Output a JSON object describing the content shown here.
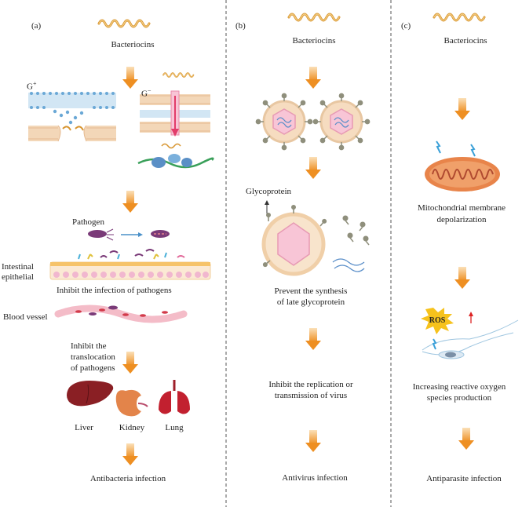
{
  "panels": {
    "a": {
      "tag": "(a)",
      "bacteriocins": "Bacteriocins",
      "g_plus": "G",
      "g_plus_sup": "+",
      "g_minus": "G",
      "g_minus_sup": "−",
      "pathogen": "Pathogen",
      "intestinal": "Intestinal",
      "epithelial": "epithelial",
      "inhibit_infection": "Inhibit the infection of pathogens",
      "blood_vessel": "Blood vessel",
      "inhibit_translocation_1": "Inhibit the",
      "inhibit_translocation_2": "translocation",
      "inhibit_translocation_3": "of pathogens",
      "liver": "Liver",
      "kidney": "Kidney",
      "lung": "Lung",
      "result": "Antibacteria infection"
    },
    "b": {
      "tag": "(b)",
      "bacteriocins": "Bacteriocins",
      "glycoprotein": "Glycoprotein",
      "prevent_1": "Prevent the synthesis",
      "prevent_2": "of late glycoprotein",
      "inhibit_1": "Inhibit the replication or",
      "inhibit_2": "transmission of virus",
      "result": "Antivirus infection"
    },
    "c": {
      "tag": "(c)",
      "bacteriocins": "Bacteriocins",
      "mito_1": "Mitochondrial membrane",
      "mito_2": "depolarization",
      "ros": "ROS",
      "ros_1": "Increasing reactive oxygen",
      "ros_2": "species production",
      "result": "Antiparasite infection"
    }
  },
  "colors": {
    "arrow": "#f0962a",
    "divider": "#555555",
    "bacteriocin": "#e0a13c",
    "membrane": "#f3d7b8",
    "blue": "#4a90c8",
    "pink": "#f6c6d6",
    "mito": "#e8844a",
    "ros_burst": "#f6c21c"
  }
}
